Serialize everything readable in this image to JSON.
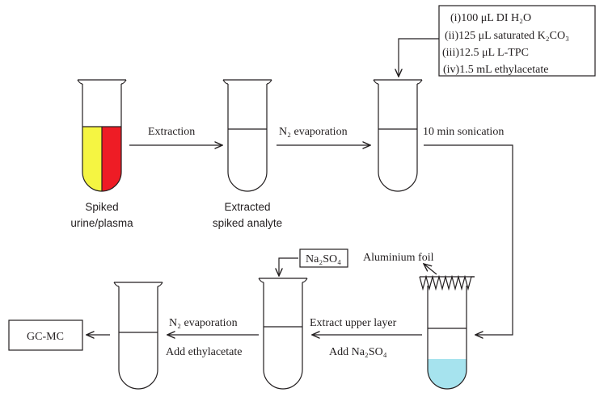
{
  "colors": {
    "line": "#231f20",
    "yellow": "#f5f542",
    "red": "#ee1c25",
    "water": "#a6e3ee"
  },
  "reagents": {
    "i": "(i)100 μL DI H₂O",
    "ii": "(ii)125 μL saturated K₂CO₃",
    "iii": "(iii)12.5 μL L-TPC",
    "iv": "(iv)1.5 mL ethylacetate"
  },
  "labels": {
    "extraction": "Extraction",
    "n2_evap_1": "N₂ evaporation",
    "sonication": "10 min sonication",
    "spiked_1": "Spiked",
    "spiked_2": "urine/plasma",
    "extracted_1": "Extracted",
    "extracted_2": "spiked analyte",
    "aluminium_foil": "Aluminium foil",
    "na2so4_box": "Na₂SO₄",
    "extract_upper": "Extract upper layer",
    "add_na2so4": "Add Na₂SO₄",
    "n2_evap_2": "N₂ evaporation",
    "add_ethylacetate": "Add ethylacetate",
    "gc_mc": "GC-MC"
  }
}
